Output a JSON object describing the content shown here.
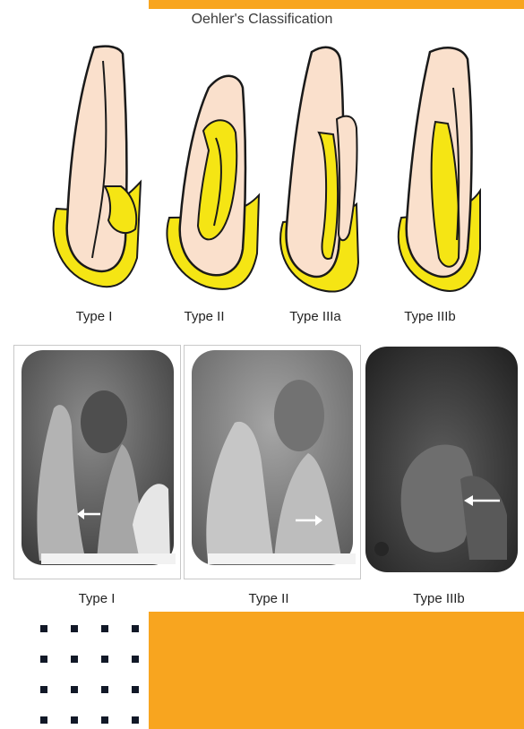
{
  "title": "Oehler's Classification",
  "diagram": {
    "types": [
      {
        "label": "Type I"
      },
      {
        "label": "Type II"
      },
      {
        "label": "Type IIIa"
      },
      {
        "label": "Type IIIb"
      }
    ]
  },
  "radiographs": {
    "captions": [
      "Type I",
      "Type II",
      "Type IIIb"
    ]
  },
  "colors": {
    "accent": "#F8A51F",
    "enamel": "#F5E514",
    "dentin": "#FAE0CC",
    "outline": "#1a1a1a",
    "dots": "#111827"
  }
}
